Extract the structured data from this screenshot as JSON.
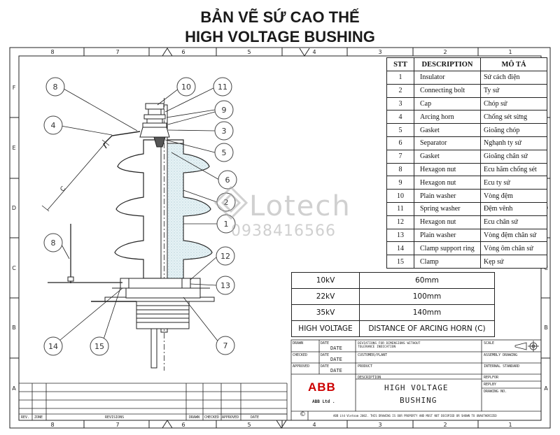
{
  "title": {
    "vi": "BẢN VẼ SỨ CAO THẾ",
    "en": "HIGH VOLTAGE BUSHING"
  },
  "frame": {
    "columns_top": [
      "8",
      "7",
      "6",
      "5",
      "4",
      "3",
      "2",
      "1"
    ],
    "columns_bottom": [
      "8",
      "7",
      "6",
      "5",
      "4",
      "3",
      "2",
      "1"
    ],
    "rows": [
      "F",
      "E",
      "D",
      "C",
      "B",
      "A"
    ]
  },
  "parts_table": {
    "headers": [
      "STT",
      "DESCRIPTION",
      "MÔ TẢ"
    ],
    "rows": [
      [
        "1",
        "Insulator",
        "Sứ cách điện"
      ],
      [
        "2",
        "Connecting bolt",
        "Ty sứ"
      ],
      [
        "3",
        "Cap",
        "Chóp sứ"
      ],
      [
        "4",
        "Arcing horn",
        "Chống sét sừng"
      ],
      [
        "5",
        "Gasket",
        "Gioăng chóp"
      ],
      [
        "6",
        "Separator",
        "Nghạnh ty sứ"
      ],
      [
        "7",
        "Gasket",
        "Gioăng chân sứ"
      ],
      [
        "8",
        "Hexagon nut",
        "Ecu hãm chống sét"
      ],
      [
        "9",
        "Hexagon nut",
        "Ecu ty sứ"
      ],
      [
        "10",
        "Plain washer",
        "Vòng đệm"
      ],
      [
        "11",
        "Spring washer",
        "Đệm vênh"
      ],
      [
        "12",
        "Hexagon nut",
        "Ecu chân sứ"
      ],
      [
        "13",
        "Plain washer",
        "Vòng đệm chân sứ"
      ],
      [
        "14",
        "Clamp support ring",
        "Vòng ôm chân sứ"
      ],
      [
        "15",
        "Clamp",
        "Kẹp sứ"
      ]
    ]
  },
  "distance_table": {
    "rows": [
      [
        "10kV",
        "60mm"
      ],
      [
        "22kV",
        "100mm"
      ],
      [
        "35kV",
        "140mm"
      ]
    ],
    "footer": [
      "HIGH VOLTAGE",
      "DISTANCE OF ARCING HORN (C)"
    ]
  },
  "callouts": [
    "8",
    "10",
    "11",
    "9",
    "4",
    "3",
    "5",
    "6",
    "2",
    "1",
    "8",
    "12",
    "13",
    "14",
    "15",
    "7"
  ],
  "dimension_label": "C",
  "title_block": {
    "drawn": "DRAWN",
    "checked": "CHECKED",
    "approved": "APPROVED",
    "date_small": "DATE",
    "date_big": "DATE",
    "deviations": "DEVIATIONS FOR DIMENSIONS WITHOUT TOLERANCE INDICATION",
    "customer": "CUSTOMER/PLANT",
    "product": "PRODUCT",
    "description": "DESCRIPTION",
    "scale": "SCALE",
    "assembly": "ASSEMBLY DRAWING",
    "internal": "INTERNAL STANDARD",
    "replfor": "REPLFOR",
    "replby": "REPLBY",
    "drawing_no": "DRAWING NO.",
    "desc_line1": "HIGH VOLTAGE",
    "desc_line2": "BUSHING",
    "company_logo": "ABB",
    "company_name": "ABB Ltd .",
    "copyright_symbol": "©",
    "copyright": "ABB Ltd Vietnam 2002. THIS DRAWING IS OUR PROPERTY AND MUST NOT DECOPIED OR SHOWN TO UNAUTHORIZED"
  },
  "revisions_block": {
    "rev": "REV.",
    "zone": "ZONE",
    "revisions": "REVISIONS",
    "drawn": "DRAWN",
    "checked": "CHECKED",
    "approved": "APPROVED",
    "date": "DATE"
  },
  "watermark": {
    "brand": "Lotech",
    "phone": "0938416566"
  }
}
